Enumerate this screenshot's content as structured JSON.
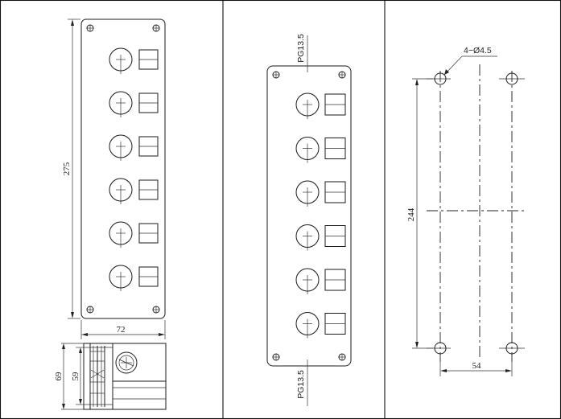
{
  "panels": {
    "front_view": {
      "height_dim": "275",
      "width_dim": "72",
      "station_count": 6
    },
    "side_view": {
      "outer_height_dim": "69",
      "inner_height_dim": "59"
    },
    "cable_entry_view": {
      "top_gland": "PG13.5",
      "bottom_gland": "PG13.5",
      "station_count": 6
    },
    "mounting_view": {
      "hole_spec": "4−Ø4.5",
      "vertical_spacing": "244",
      "horizontal_spacing": "54"
    }
  }
}
